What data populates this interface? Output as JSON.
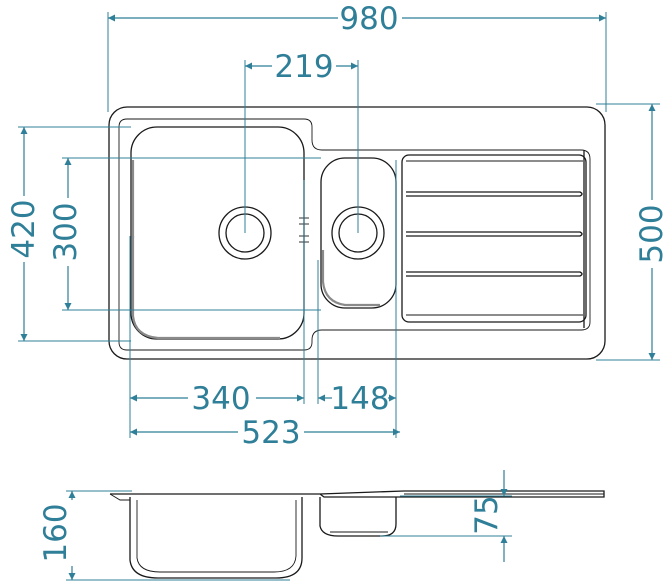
{
  "dimensions": {
    "overall_width": "980",
    "bowl_centers": "219",
    "outer_depth": "500",
    "depth_420": "420",
    "depth_300": "300",
    "main_bowl_width": "340",
    "small_bowl_width": "148",
    "bowls_total_width": "523",
    "overall_height": "160",
    "small_bowl_depth": "75"
  },
  "colors": {
    "dimension": "#2f7f98",
    "outline": "#1a1a1a"
  }
}
